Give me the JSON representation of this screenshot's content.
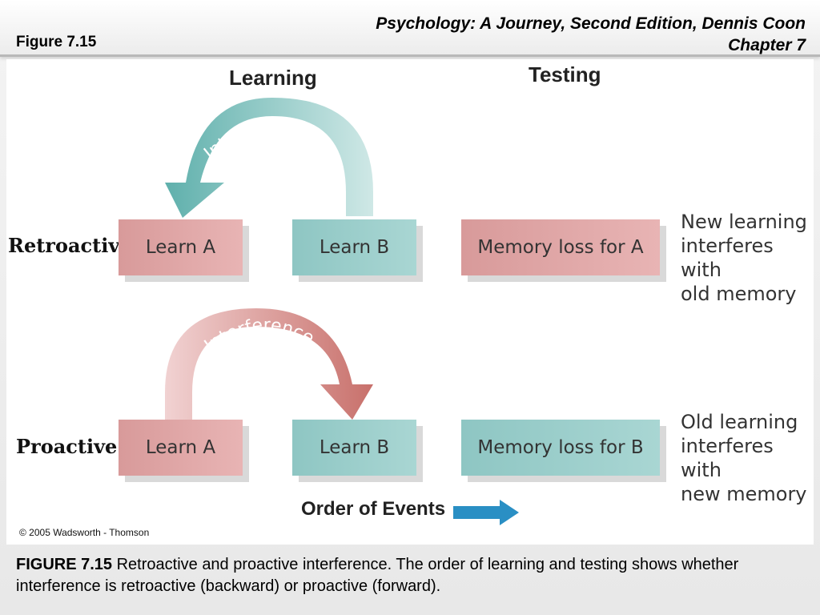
{
  "header": {
    "figure_label": "Figure 7.15",
    "book_title": "Psychology: A Journey, Second Edition, Dennis Coon",
    "chapter": "Chapter 7"
  },
  "diagram": {
    "col_learning": "Learning",
    "col_testing": "Testing",
    "retro": {
      "label": "Retroactive",
      "learn_a": "Learn A",
      "learn_b": "Learn B",
      "result": "Memory loss for A",
      "arrow_label": "Interference",
      "note_lines": [
        "New learning",
        "interferes with",
        "old memory"
      ]
    },
    "pro": {
      "label": "Proactive",
      "learn_a": "Learn A",
      "learn_b": "Learn B",
      "result": "Memory loss for B",
      "arrow_label": "Interference",
      "note_lines": [
        "Old learning",
        "interferes with",
        "new memory"
      ]
    },
    "order_label": "Order of Events",
    "copyright": "© 2005 Wadsworth - Thomson",
    "colors": {
      "pink": "#dba3a3",
      "teal": "#99ccc9",
      "arrow_blue": "#2a8fc4"
    }
  },
  "caption": {
    "prefix": "FIGURE 7.15",
    "text": " Retroactive and proactive interference. The order of learning and testing shows whether interference is retroactive (backward) or proactive (forward)."
  }
}
